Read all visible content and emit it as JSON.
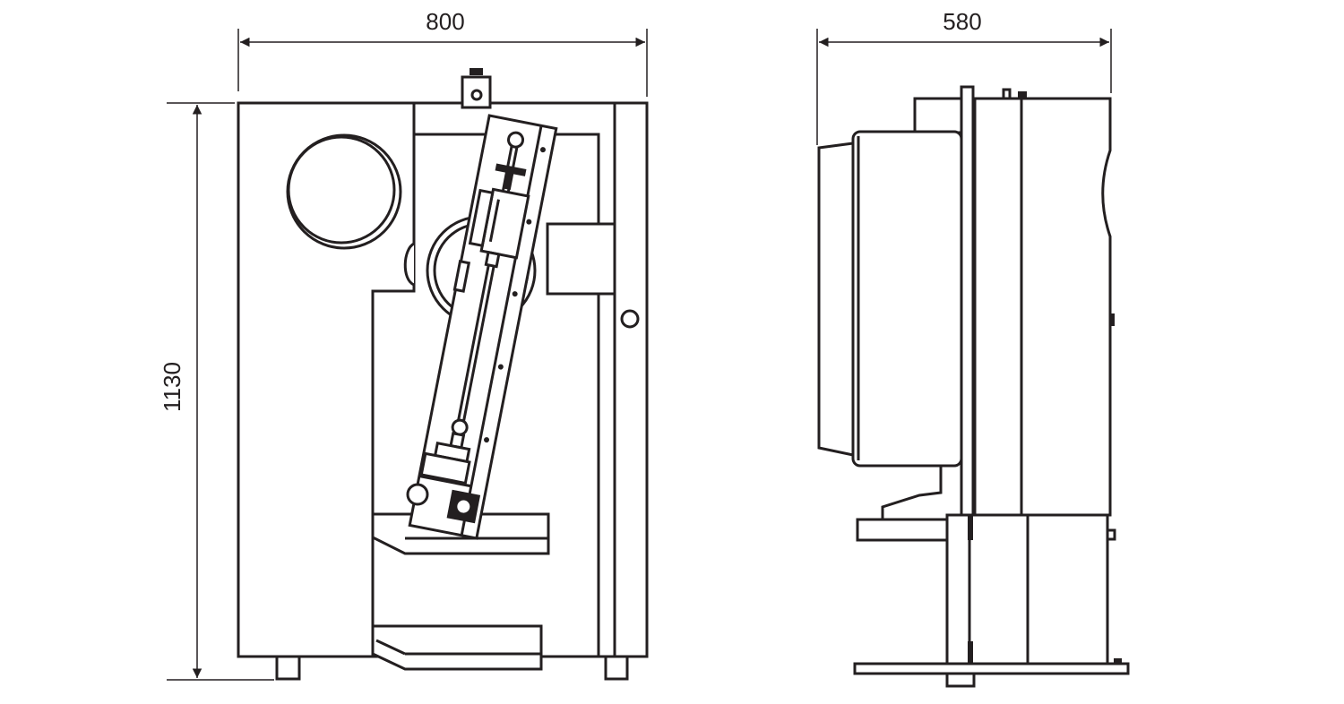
{
  "dimensions": {
    "front_width": "800",
    "side_depth": "580",
    "height": "1130"
  },
  "colors": {
    "line": "#231f20",
    "background": "#ffffff"
  }
}
